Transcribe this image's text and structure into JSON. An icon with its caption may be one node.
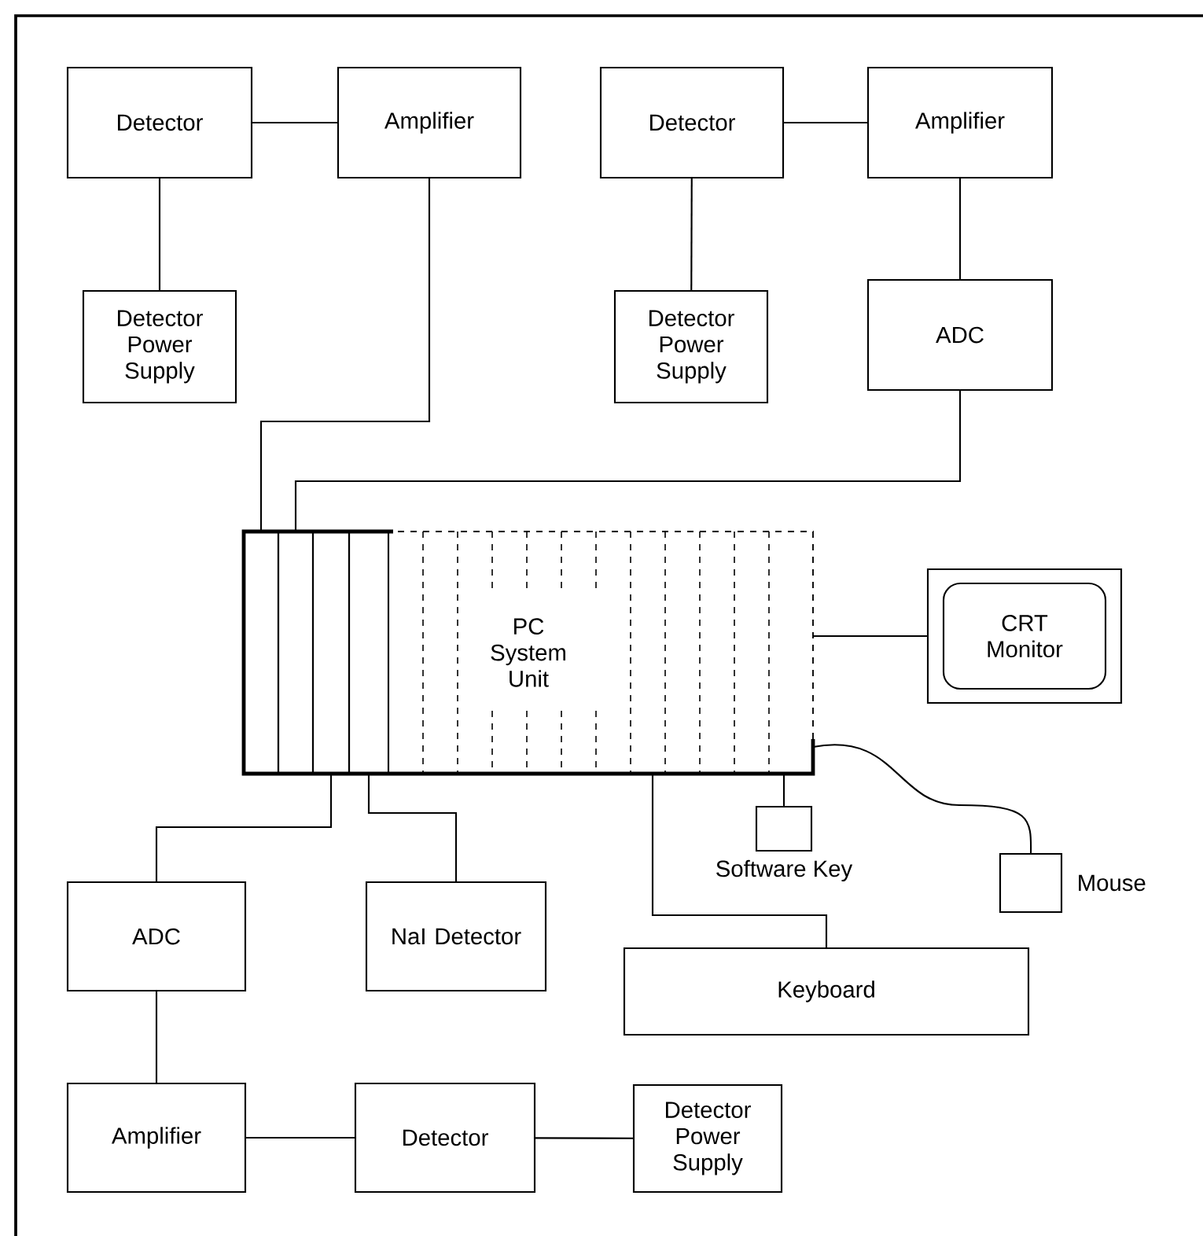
{
  "diagram": {
    "nodes": [
      {
        "text": [
          "Detector"
        ]
      },
      {
        "text": [
          "Amplifier"
        ]
      },
      {
        "text": [
          "Detector Power Supply"
        ]
      },
      {
        "text": [
          "Detector"
        ]
      },
      {
        "text": [
          "Amplifier"
        ]
      },
      {
        "text": [
          "Detector Power Supply"
        ]
      },
      {
        "text": [
          "ADC"
        ]
      },
      {
        "text": [
          "PC System Unit"
        ]
      },
      {
        "text": [],
        "shape": "box",
        "in": 7
      },
      {
        "text": [],
        "shape": "box",
        "in": 7
      },
      {
        "text": [],
        "shape": "box",
        "in": 7
      },
      {
        "text": [],
        "shape": "box",
        "in": 7
      },
      {
        "text": [
          "CRT Monitor"
        ]
      },
      {
        "text": [
          "Software Key"
        ]
      },
      {
        "text": [
          "Mouse"
        ]
      },
      {
        "text": [
          "Keyboard"
        ]
      },
      {
        "text": [
          "ADC"
        ]
      },
      {
        "text": [
          "NaI Detector"
        ]
      },
      {
        "text": [
          "Amplifier"
        ]
      },
      {
        "text": [
          "Detector"
        ]
      },
      {
        "text": [
          "Detector Power Supply"
        ]
      }
    ],
    "edges": [
      {
        "from": 0,
        "to": 1,
        "arrow": "none"
      },
      {
        "from": 0,
        "to": 2,
        "arrow": "none"
      },
      {
        "from": 3,
        "to": 4,
        "arrow": "none"
      },
      {
        "from": 3,
        "to": 5,
        "arrow": "none"
      },
      {
        "from": 4,
        "to": 6,
        "arrow": "none"
      },
      {
        "from": 1,
        "to": 8,
        "arrow": "none"
      },
      {
        "from": 6,
        "to": 9,
        "arrow": "none"
      },
      {
        "from": 7,
        "to": 12,
        "arrow": "none"
      },
      {
        "from": 10,
        "to": 16,
        "arrow": "none"
      },
      {
        "from": 11,
        "to": 17,
        "arrow": "none"
      },
      {
        "from": 7,
        "to": 13,
        "arrow": "none"
      },
      {
        "from": 7,
        "to": 14,
        "arrow": "none"
      },
      {
        "from": 7,
        "to": 15,
        "arrow": "none"
      },
      {
        "from": 16,
        "to": 18,
        "arrow": "none"
      },
      {
        "from": 18,
        "to": 19,
        "arrow": "none"
      },
      {
        "from": 19,
        "to": 20,
        "arrow": "none"
      }
    ]
  }
}
